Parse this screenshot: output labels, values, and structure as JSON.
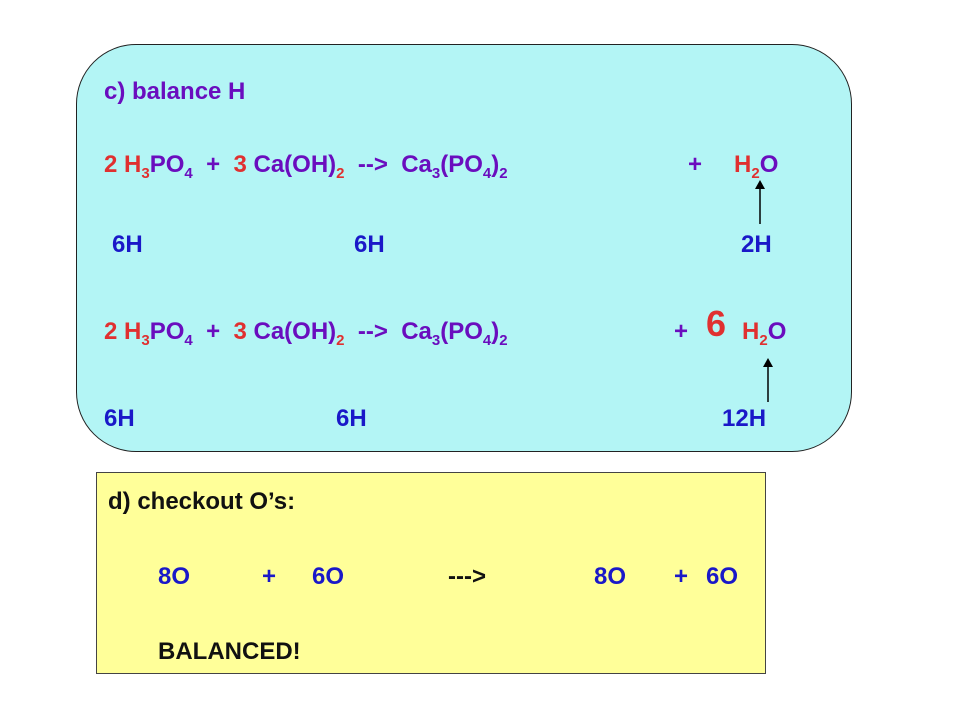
{
  "section_c": {
    "title": "c) balance H",
    "eq1": {
      "c1": "2",
      "f1a": "H",
      "f1s": "3",
      "f1b": "PO",
      "f1s2": "4",
      "plus1": "+",
      "c2": "3",
      "f2a": "Ca(OH)",
      "f2s": "2",
      "arrow": "-->",
      "f3a": "Ca",
      "f3s1": "3",
      "f3b": "(PO",
      "f3s2": "4",
      "f3c": ")",
      "f3s3": "2",
      "plus2": "+",
      "f4a": "H",
      "f4s": "2",
      "f4b": "O"
    },
    "count1": {
      "a": "6H",
      "b": "6H",
      "c": "2H"
    },
    "eq2": {
      "c1": "2",
      "f1a": "H",
      "f1s": "3",
      "f1b": "PO",
      "f1s2": "4",
      "plus1": "+",
      "c2": "3",
      "f2a": "Ca(OH)",
      "f2s": "2",
      "arrow": "-->",
      "f3a": "Ca",
      "f3s1": "3",
      "f3b": "(PO",
      "f3s2": "4",
      "f3c": ")",
      "f3s3": "2",
      "plus2": "+",
      "c4": "6",
      "f4a": "H",
      "f4s": "2",
      "f4b": "O"
    },
    "count2": {
      "a": "6H",
      "b": "6H",
      "c": "12H"
    }
  },
  "section_d": {
    "title": "d) checkout O’s:",
    "o1": "8O",
    "plus1": "+",
    "o2": "6O",
    "arrow": "--->",
    "o3": "8O",
    "plus2": "+",
    "o4": "6O",
    "result": "BALANCED!"
  },
  "colors": {
    "panel_h": "#b3f5f5",
    "panel_o": "#ffff99",
    "purple": "#6a0dbe",
    "red": "#e03030",
    "blue": "#1a18c8"
  }
}
